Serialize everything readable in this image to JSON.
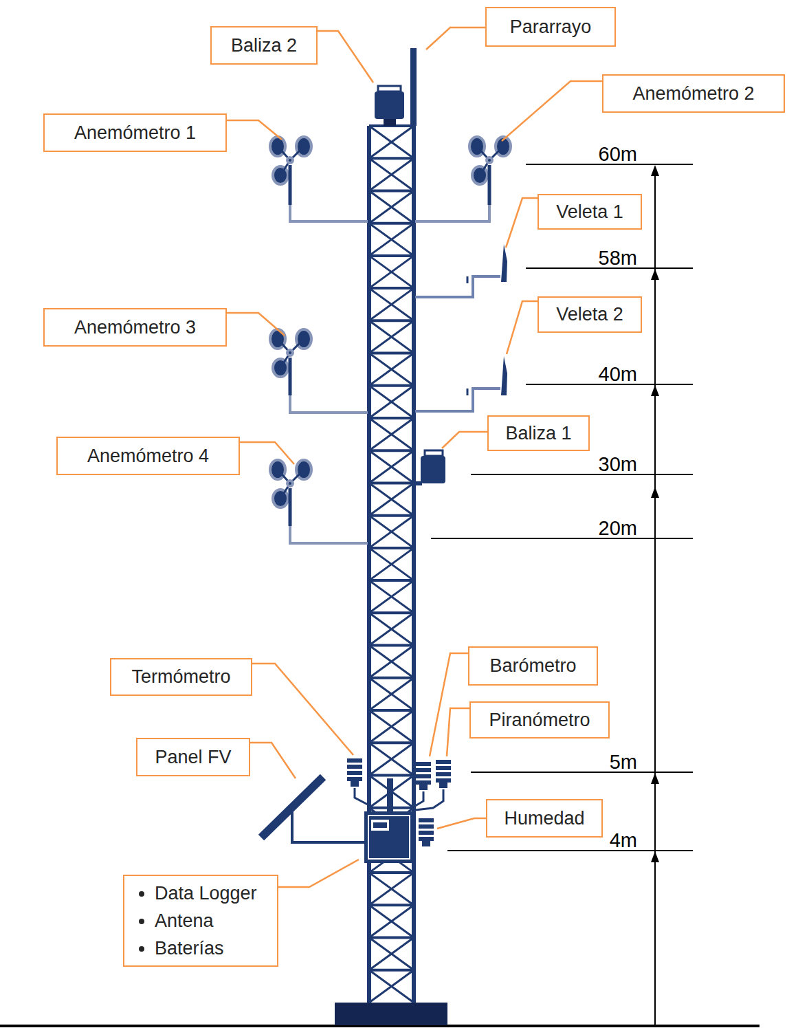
{
  "diagram": {
    "nodes": [
      {
        "text": [
          "Pararrayo"
        ]
      },
      {
        "text": [
          "Baliza 2"
        ]
      },
      {
        "text": [
          "Anemómetro 2"
        ]
      },
      {
        "text": [
          "Anemómetro 1"
        ]
      },
      {
        "text": [
          "Veleta 1"
        ]
      },
      {
        "text": [
          "Veleta 2"
        ]
      },
      {
        "text": [
          "Anemómetro 3"
        ]
      },
      {
        "text": [
          "Baliza 1"
        ]
      },
      {
        "text": [
          "Anemómetro 4"
        ]
      },
      {
        "text": [
          "Barómetro"
        ]
      },
      {
        "text": [
          "Termómetro"
        ]
      },
      {
        "text": [
          "Piranómetro"
        ]
      },
      {
        "text": [
          "Panel FV"
        ]
      },
      {
        "text": [
          "Humedad"
        ]
      },
      {
        "text": [
          "Data Logger",
          "Antena",
          "Baterías"
        ]
      }
    ],
    "labels": [
      "60m",
      "58m",
      "40m",
      "30m",
      "20m",
      "5m",
      "4m"
    ]
  }
}
